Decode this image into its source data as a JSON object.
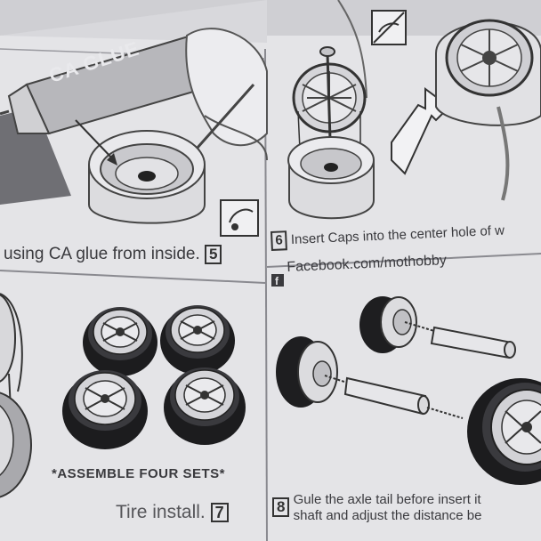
{
  "panel5": {
    "glue_label": "CA GLUE",
    "caption": "using CA glue from inside.",
    "step": "5"
  },
  "panel6": {
    "step": "6",
    "caption": "Insert Caps into the center hole of w"
  },
  "panel7": {
    "assemble_note": "*ASSEMBLE  FOUR SETS*",
    "caption": "Tire  install.",
    "step": "7"
  },
  "panel8": {
    "facebook": "Facebook.com/mothobby",
    "step": "8",
    "caption_line1": "Gule the axle tail before insert it",
    "caption_line2": "shaft and adjust the distance be"
  },
  "colors": {
    "paper": "#e6e6e9",
    "ink": "#333336",
    "tire": "#1c1c1e",
    "glue_tube": "#b9b9bd"
  }
}
